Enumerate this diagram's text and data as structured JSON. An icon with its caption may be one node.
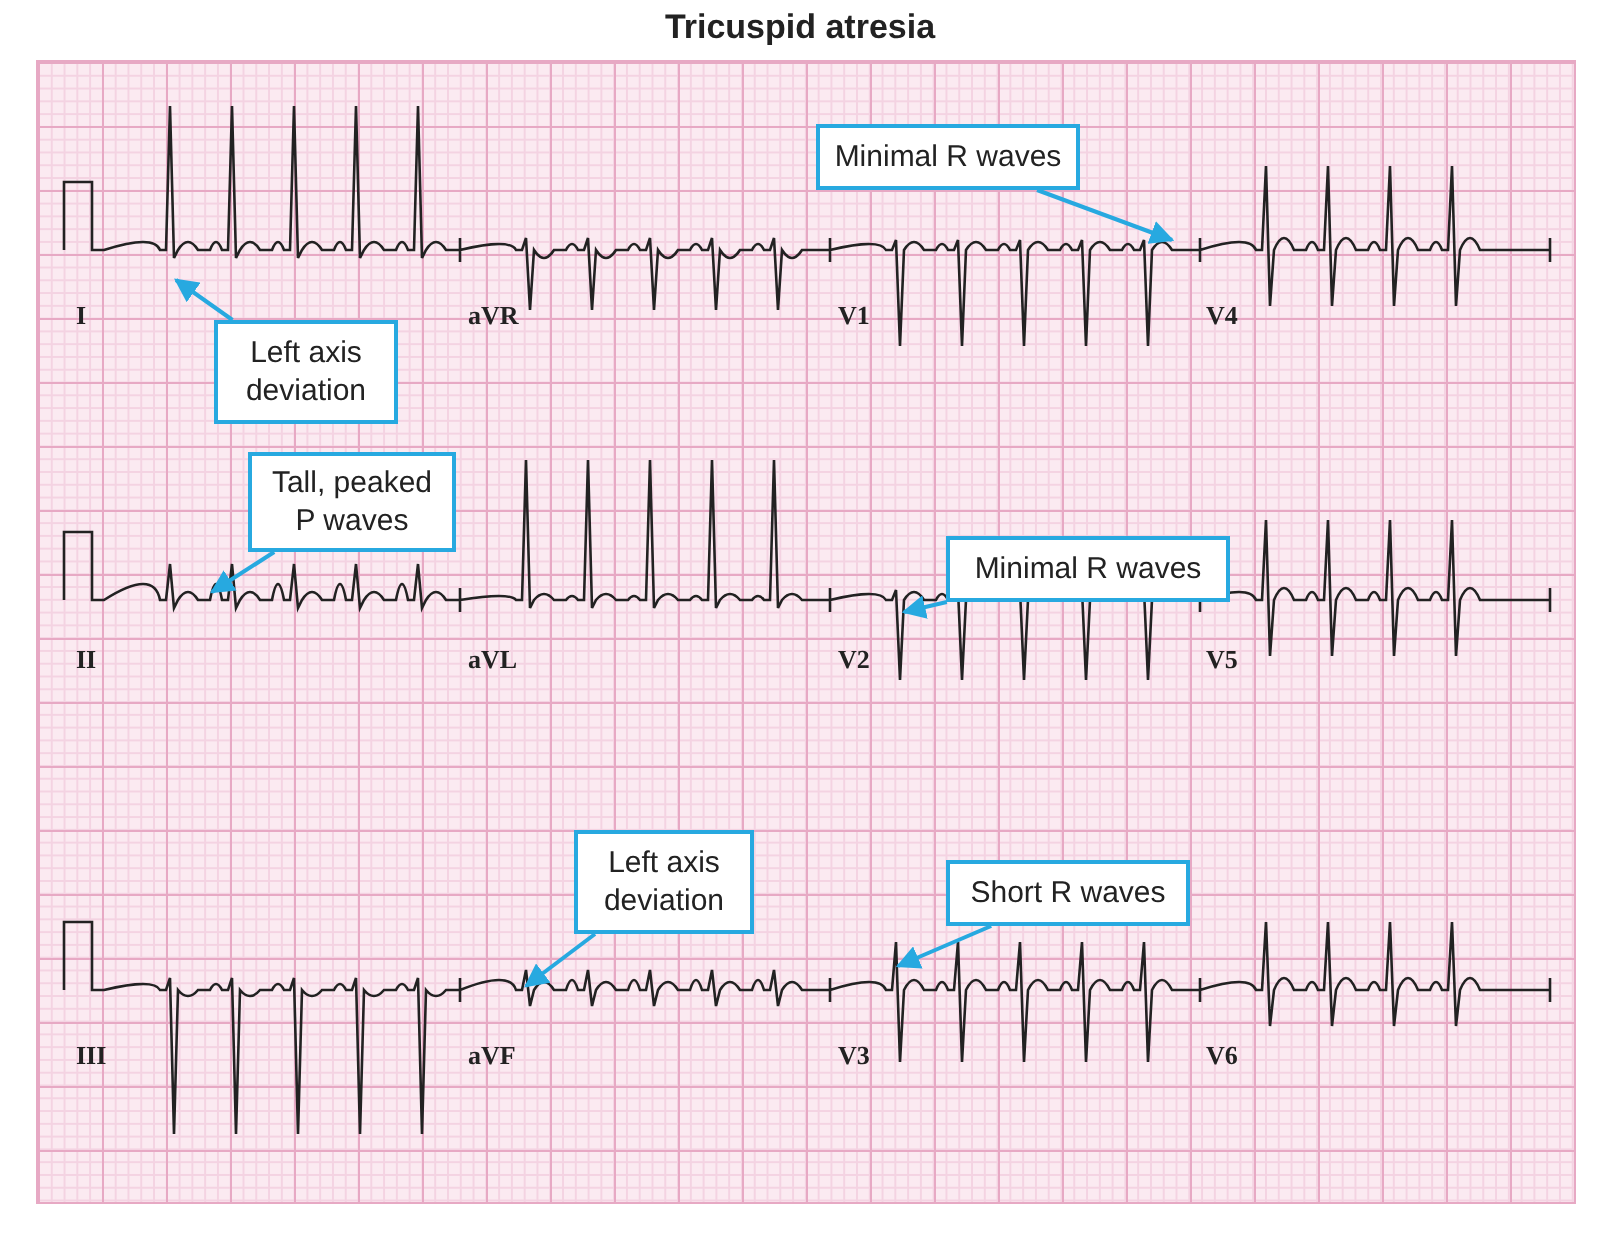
{
  "diagram": {
    "title": "Tricuspid atresia",
    "nodes": [
      {
        "text": [
          "Left axis deviation"
        ]
      },
      {
        "text": [
          "Minimal R waves"
        ]
      },
      {
        "text": [
          "Tall, peaked P waves"
        ]
      },
      {
        "text": [
          "Minimal R waves"
        ]
      },
      {
        "text": [
          "Left axis deviation"
        ]
      },
      {
        "text": [
          "Short R waves"
        ]
      }
    ],
    "edges": [
      {
        "from": 0,
        "to": null,
        "arrow": "to"
      },
      {
        "from": 1,
        "to": null,
        "arrow": "to"
      },
      {
        "from": 2,
        "to": null,
        "arrow": "to"
      },
      {
        "from": 3,
        "to": null,
        "arrow": "to"
      },
      {
        "from": 4,
        "to": null,
        "arrow": "to"
      },
      {
        "from": 5,
        "to": null,
        "arrow": "to"
      }
    ],
    "labels": [
      "I",
      "aVR",
      "V1",
      "V4",
      "II",
      "aVL",
      "V2",
      "V5",
      "III",
      "aVF",
      "V3",
      "V6"
    ]
  }
}
